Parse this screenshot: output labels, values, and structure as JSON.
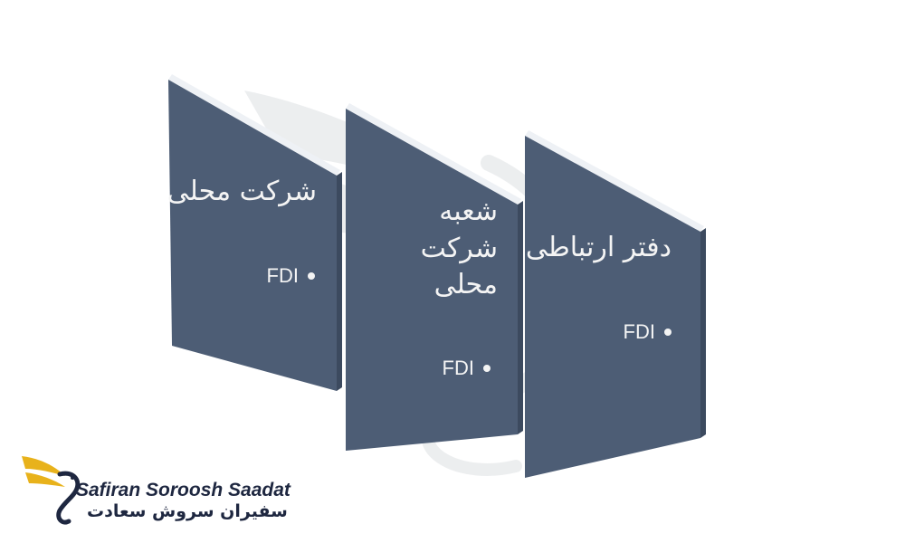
{
  "colors": {
    "panel": "#4d5d75",
    "panel_side": "#3c4a5f",
    "panel_edge": "#eef1f5",
    "text": "#f4f4f4",
    "logo_gold": "#e8b21b",
    "logo_navy": "#1e2740"
  },
  "panels": [
    {
      "title": "شرکت محلی",
      "item": "FDI"
    },
    {
      "title": "شعبه شرکت محلی",
      "item": "FDI"
    },
    {
      "title": "دفتر ارتباطی",
      "item": "FDI"
    }
  ],
  "logo": {
    "name_en": "Safiran Soroosh Saadat",
    "name_fa": "سفیران سروش سعادت",
    "icon": "golden-bird-icon"
  }
}
